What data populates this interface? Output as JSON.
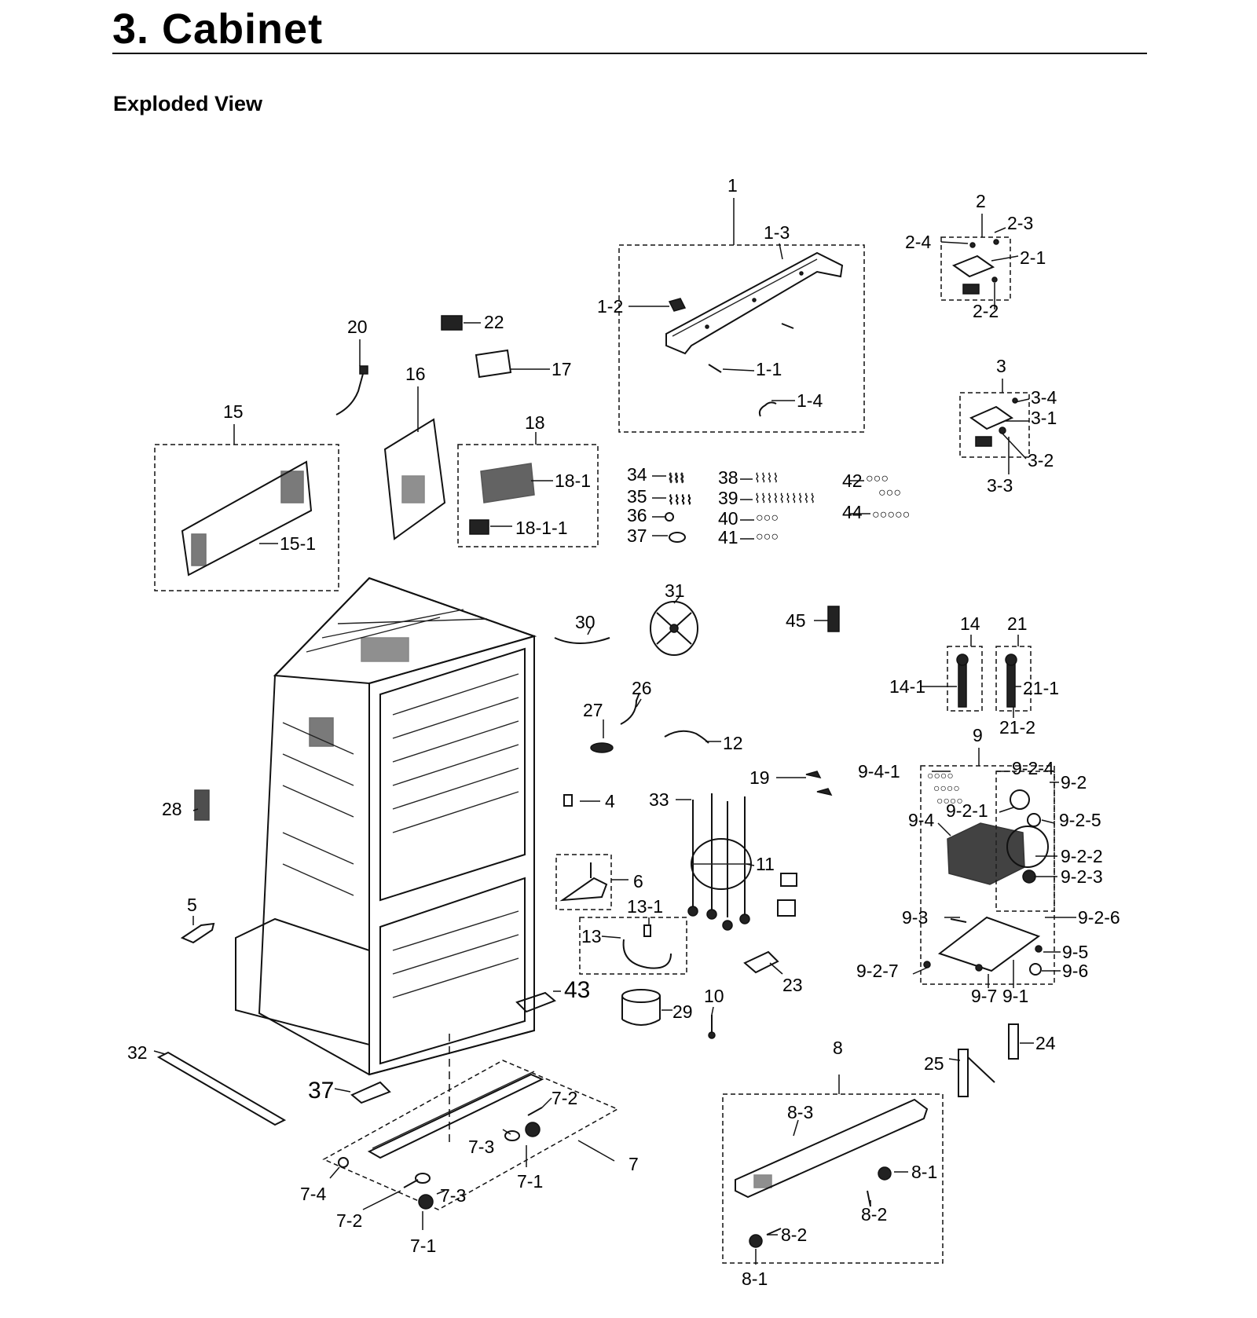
{
  "page": {
    "title": "3.  Cabinet",
    "subtitle": "Exploded View"
  },
  "diagram": {
    "callouts": [
      {
        "id": "c1",
        "text": "1"
      },
      {
        "id": "c1_3",
        "text": "1-3"
      },
      {
        "id": "c1_2",
        "text": "1-2"
      },
      {
        "id": "c1_1",
        "text": "1-1"
      },
      {
        "id": "c1_4",
        "text": "1-4"
      },
      {
        "id": "c2",
        "text": "2"
      },
      {
        "id": "c2_3",
        "text": "2-3"
      },
      {
        "id": "c2_4",
        "text": "2-4"
      },
      {
        "id": "c2_1",
        "text": "2-1"
      },
      {
        "id": "c2_2",
        "text": "2-2"
      },
      {
        "id": "c3",
        "text": "3"
      },
      {
        "id": "c3_4",
        "text": "3-4"
      },
      {
        "id": "c3_1",
        "text": "3-1"
      },
      {
        "id": "c3_2",
        "text": "3-2"
      },
      {
        "id": "c3_3",
        "text": "3-3"
      },
      {
        "id": "c20",
        "text": "20"
      },
      {
        "id": "c22",
        "text": "22"
      },
      {
        "id": "c17",
        "text": "17"
      },
      {
        "id": "c16",
        "text": "16"
      },
      {
        "id": "c15",
        "text": "15"
      },
      {
        "id": "c15_1",
        "text": "15-1"
      },
      {
        "id": "c18",
        "text": "18"
      },
      {
        "id": "c18_1",
        "text": "18-1"
      },
      {
        "id": "c18_1_1",
        "text": "18-1-1"
      },
      {
        "id": "c34",
        "text": "34"
      },
      {
        "id": "c35",
        "text": "35"
      },
      {
        "id": "c36",
        "text": "36"
      },
      {
        "id": "c37a",
        "text": "37"
      },
      {
        "id": "c38",
        "text": "38"
      },
      {
        "id": "c39",
        "text": "39"
      },
      {
        "id": "c40",
        "text": "40"
      },
      {
        "id": "c41",
        "text": "41"
      },
      {
        "id": "c42",
        "text": "42"
      },
      {
        "id": "c44",
        "text": "44"
      },
      {
        "id": "c45",
        "text": "45"
      },
      {
        "id": "c31",
        "text": "31"
      },
      {
        "id": "c30",
        "text": "30"
      },
      {
        "id": "c14",
        "text": "14"
      },
      {
        "id": "c21",
        "text": "21"
      },
      {
        "id": "c14_1",
        "text": "14-1"
      },
      {
        "id": "c21_1",
        "text": "21-1"
      },
      {
        "id": "c21_2",
        "text": "21-2"
      },
      {
        "id": "c26",
        "text": "26"
      },
      {
        "id": "c27",
        "text": "27"
      },
      {
        "id": "c12",
        "text": "12"
      },
      {
        "id": "c9",
        "text": "9"
      },
      {
        "id": "c9_4_1",
        "text": "9-4-1"
      },
      {
        "id": "c9_2_4",
        "text": "9-2-4"
      },
      {
        "id": "c9_2",
        "text": "9-2"
      },
      {
        "id": "c9_2_1",
        "text": "9-2-1"
      },
      {
        "id": "c9_4",
        "text": "9-4"
      },
      {
        "id": "c9_2_5",
        "text": "9-2-5"
      },
      {
        "id": "c9_2_2",
        "text": "9-2-2"
      },
      {
        "id": "c9_2_3",
        "text": "9-2-3"
      },
      {
        "id": "c9_3",
        "text": "9-3"
      },
      {
        "id": "c9_2_6",
        "text": "9-2-6"
      },
      {
        "id": "c9_5",
        "text": "9-5"
      },
      {
        "id": "c9_6",
        "text": "9-6"
      },
      {
        "id": "c9_2_7",
        "text": "9-2-7"
      },
      {
        "id": "c9_7",
        "text": "9-7"
      },
      {
        "id": "c9_1",
        "text": "9-1"
      },
      {
        "id": "c19",
        "text": "19"
      },
      {
        "id": "c33",
        "text": "33"
      },
      {
        "id": "c4",
        "text": "4"
      },
      {
        "id": "c11",
        "text": "11"
      },
      {
        "id": "c28",
        "text": "28"
      },
      {
        "id": "c5",
        "text": "5"
      },
      {
        "id": "c6",
        "text": "6"
      },
      {
        "id": "c13_1",
        "text": "13-1"
      },
      {
        "id": "c13",
        "text": "13"
      },
      {
        "id": "c23",
        "text": "23"
      },
      {
        "id": "c43",
        "text": "43"
      },
      {
        "id": "c29",
        "text": "29"
      },
      {
        "id": "c10",
        "text": "10"
      },
      {
        "id": "c24",
        "text": "24"
      },
      {
        "id": "c25",
        "text": "25"
      },
      {
        "id": "c32",
        "text": "32"
      },
      {
        "id": "c37b",
        "text": "37"
      },
      {
        "id": "c7",
        "text": "7"
      },
      {
        "id": "c7_2a",
        "text": "7-2"
      },
      {
        "id": "c7_3a",
        "text": "7-3"
      },
      {
        "id": "c7_1a",
        "text": "7-1"
      },
      {
        "id": "c7_4",
        "text": "7-4"
      },
      {
        "id": "c7_3b",
        "text": "7-3"
      },
      {
        "id": "c7_2b",
        "text": "7-2"
      },
      {
        "id": "c7_1b",
        "text": "7-1"
      },
      {
        "id": "c8",
        "text": "8"
      },
      {
        "id": "c8_3",
        "text": "8-3"
      },
      {
        "id": "c8_1a",
        "text": "8-1"
      },
      {
        "id": "c8_2a",
        "text": "8-2"
      },
      {
        "id": "c8_2b",
        "text": "8-2"
      },
      {
        "id": "c8_1b",
        "text": "8-1"
      }
    ]
  }
}
